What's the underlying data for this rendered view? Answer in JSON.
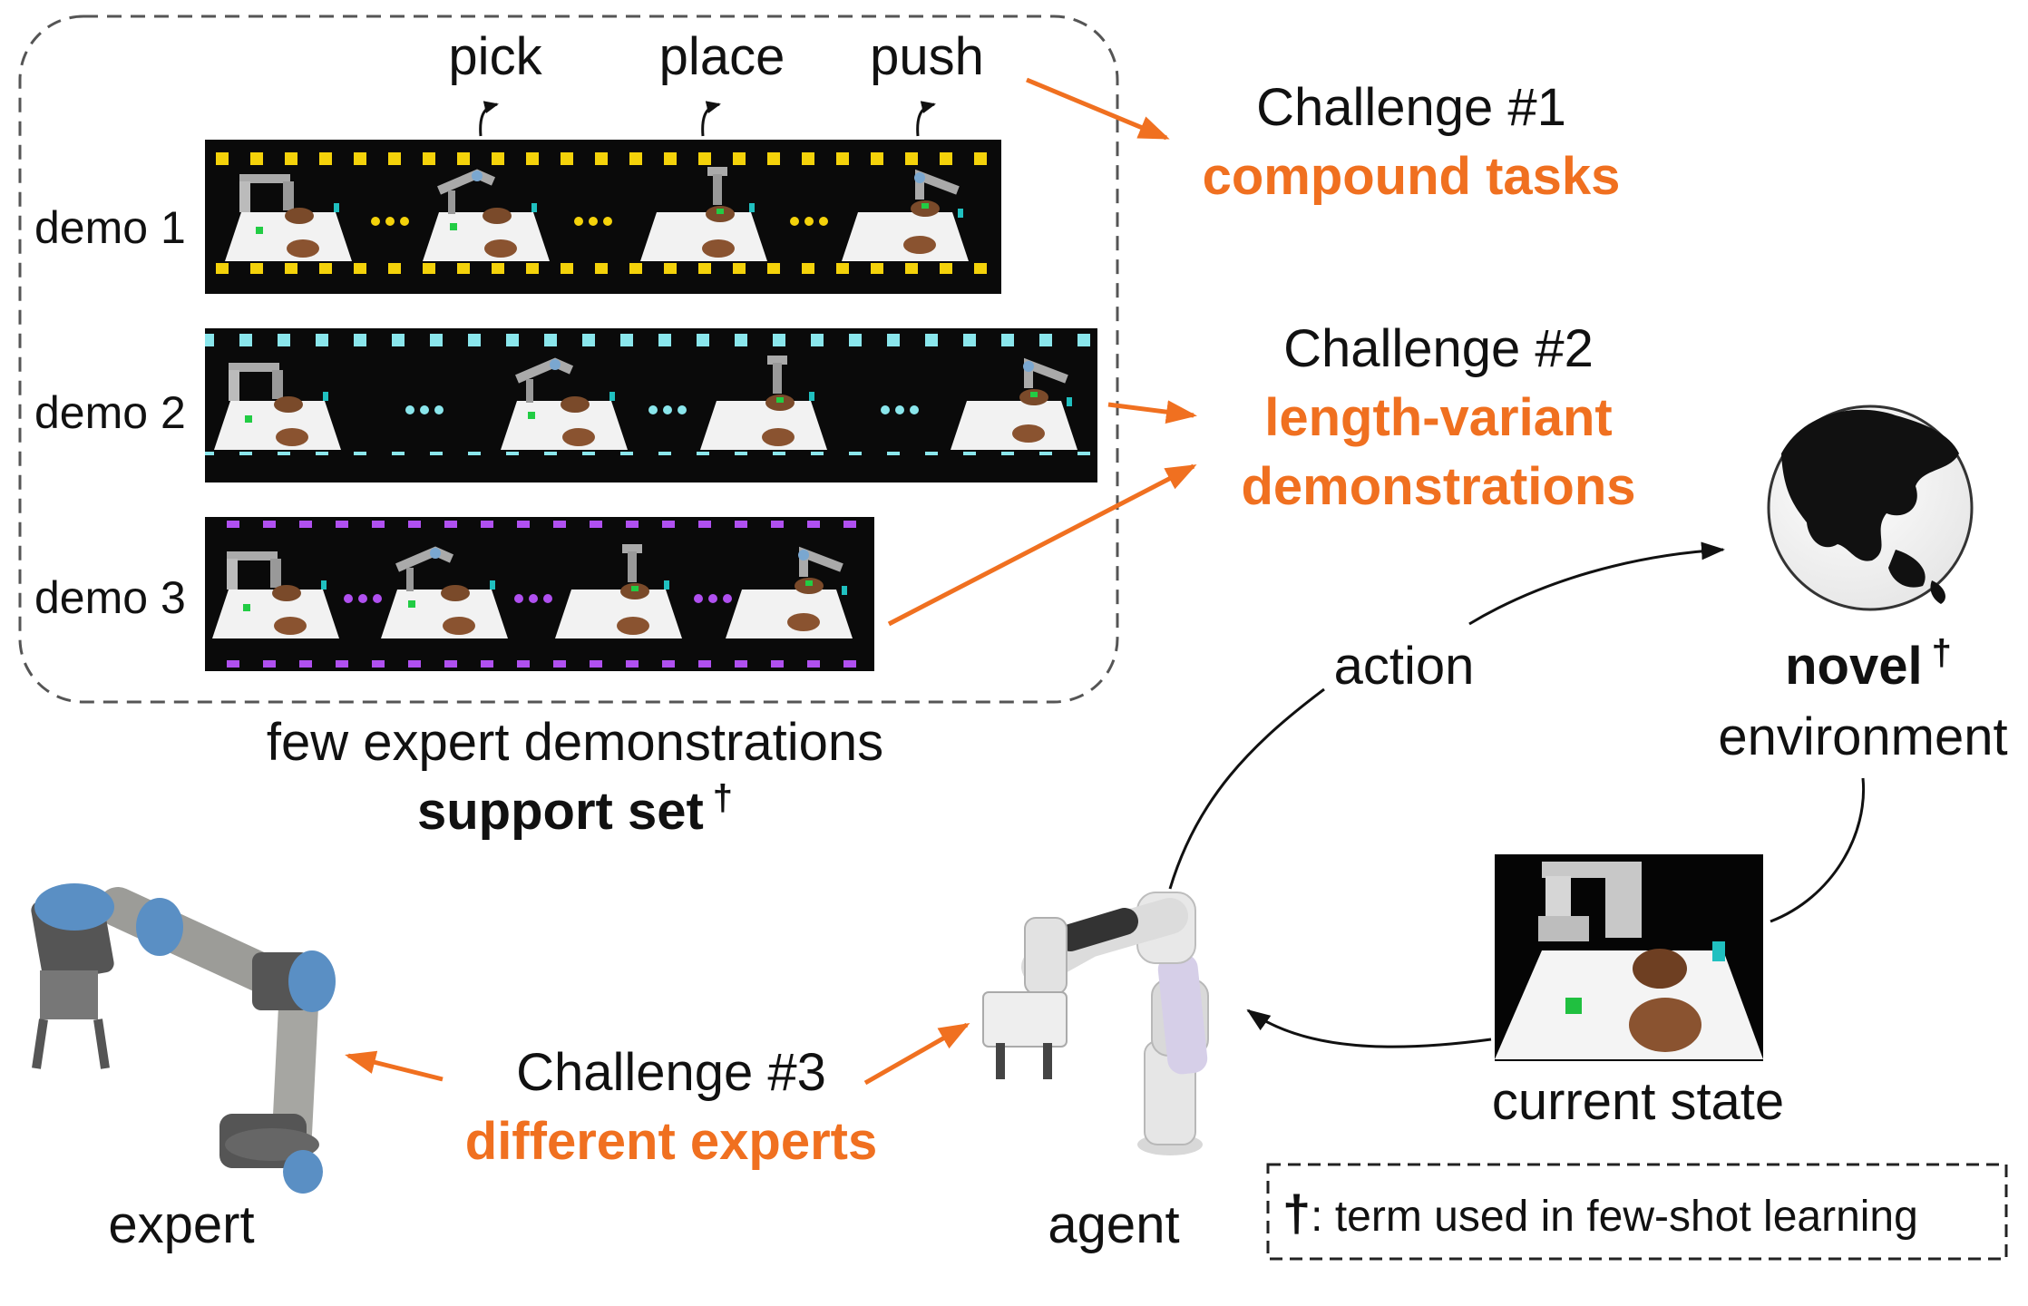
{
  "steps": {
    "pick": "pick",
    "place": "place",
    "push": "push"
  },
  "demos": [
    "demo 1",
    "demo 2",
    "demo 3"
  ],
  "support": {
    "line1": "few expert demonstrations",
    "line2": "support set",
    "dagger": "†"
  },
  "challenge1": {
    "title": "Challenge #1",
    "name": "compound tasks"
  },
  "challenge2": {
    "title": "Challenge #2",
    "name1": "length-variant",
    "name2": "demonstrations"
  },
  "challenge3": {
    "title": "Challenge #3",
    "name": "different experts"
  },
  "loop": {
    "action": "action",
    "novel": "novel",
    "novel_dagger": "†",
    "environment": "environment",
    "current_state": "current state",
    "agent": "agent",
    "expert": "expert"
  },
  "footnote": {
    "symbol": "†",
    "text": ": term used in few-shot learning"
  },
  "colors": {
    "accent": "#f07020",
    "demo1_holes": "#f4d20a",
    "demo2_holes": "#8ae6ec",
    "demo3_holes": "#b050f0",
    "film": "#0a0a0a"
  }
}
